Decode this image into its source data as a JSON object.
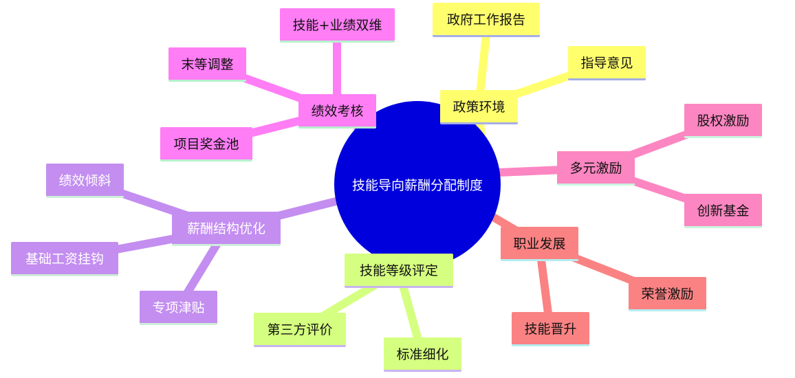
{
  "root": {
    "label": "技能导向薪酬分配制度"
  },
  "colors": {
    "root": "#0000dc",
    "policy": "#ffff6e",
    "performance": "#ff7df5",
    "salary": "#c38ef0",
    "grading": "#d5ff80",
    "career": "#fa8283",
    "incentive": "#fc86c1"
  },
  "branches": [
    {
      "key": "policy",
      "label": "政策环境",
      "color": "#ffff6e",
      "underline": "#a6aee6",
      "children": [
        "政府工作报告",
        "指导意见"
      ]
    },
    {
      "key": "performance",
      "label": "绩效考核",
      "color": "#ff7df5",
      "underline": "#b6f0cd",
      "children": [
        "技能+业绩双维",
        "末等调整",
        "项目奖金池"
      ]
    },
    {
      "key": "salary",
      "label": "薪酬结构优化",
      "color": "#c38ef0",
      "underline": "#cdeed8",
      "children": [
        "绩效倾斜",
        "基础工资挂钩",
        "专项津贴"
      ]
    },
    {
      "key": "grading",
      "label": "技能等级评定",
      "color": "#d5ff80",
      "underline": "#c8b4f0",
      "children": [
        "第三方评价",
        "标准细化"
      ]
    },
    {
      "key": "career",
      "label": "职业发展",
      "color": "#fa8283",
      "underline": "#b4eef0",
      "children": [
        "荣誉激励",
        "技能晋升"
      ]
    },
    {
      "key": "incentive",
      "label": "多元激励",
      "color": "#fc86c1",
      "underline": "#c8f5de",
      "children": [
        "股权激励",
        "创新基金"
      ]
    }
  ]
}
